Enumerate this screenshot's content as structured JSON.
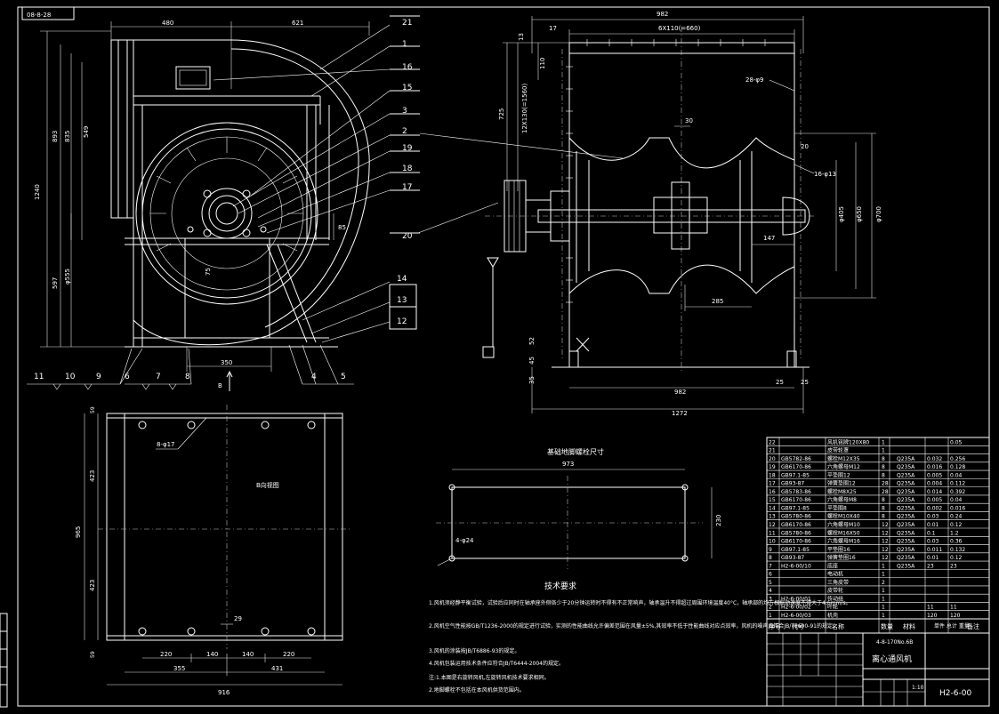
{
  "sheet": {
    "corner_tag": "08-8-28",
    "drawing_number": "H2-6-00",
    "title": "离心通风机",
    "model": "4-8-170No.6B"
  },
  "front_view": {
    "dims": {
      "top_left": "480",
      "top_right": "621",
      "overall_height": "1240",
      "upper_h1": "893",
      "upper_h2": "835",
      "upper_h3": "549",
      "lower_h1": "597",
      "lower_h2": "φ555",
      "inlet_offset": "85",
      "bottom_width": "350",
      "b_label": "B"
    },
    "part_numbers_right": [
      "21",
      "1",
      "16",
      "15",
      "3",
      "2",
      "19",
      "18",
      "17",
      "20",
      "14",
      "13",
      "12"
    ],
    "part_numbers_bottom": [
      "11",
      "10",
      "9",
      "6",
      "7",
      "8",
      "4",
      "5"
    ]
  },
  "side_view": {
    "dims": {
      "top_overall": "982",
      "top_holes": "6X110(=660)",
      "top_offset": "17",
      "left_h1": "725",
      "left_h2": "110",
      "left_h3": "12X130(=1560)",
      "shaft_width": "30",
      "right_offset": "20",
      "holes_right": "16-φ13",
      "holes_top": "28-φ9",
      "d1": "φ405",
      "d2": "φ650",
      "d3": "φ700",
      "mid_width": "147",
      "impeller_width": "285",
      "bottom_inner": "982",
      "bottom_overall": "1272",
      "bottom_h1": "52",
      "bottom_h2": "45",
      "bottom_h3": "35",
      "bottom_r1": "25",
      "bottom_r2": "25"
    }
  },
  "base_view": {
    "label": "B向视图",
    "holes": "8-φ17",
    "dims": {
      "height": "965",
      "upper": "423",
      "lower": "423",
      "top_margin": "59",
      "bottom_margin": "59",
      "width": "916",
      "seg1": "220",
      "seg2": "140",
      "seg3": "140",
      "seg4": "220",
      "half_left": "355",
      "half_right": "431",
      "center_mark": "29"
    }
  },
  "foundation": {
    "title": "基础地脚螺栓尺寸",
    "width": "973",
    "height": "230",
    "holes": "4-φ24"
  },
  "tech_requirements": {
    "title": "技术要求",
    "lines": [
      "1.风机须经静平衡试验，试验后应同时在轴承座外侧各少于20分钟运转时不得有不正常响声，轴承温升不得超过周围环境温度40°C，轴承部的均方根振动速度不得大于4.6mm/s。",
      "2.风机空气性能按GB/T1236-2000的规定进行试验，实测的性能曲线允许偏差范围在风量±5%,其效率不低于性能曲线对应点效率，风机的噪声应符合JB/T8690-91的规定。",
      "3.风机的涂装按JB/T6886-93的规定。",
      "4.风机包装运用技术条件应符合JB/T6444-2004的规定。",
      "注:1.本图是右旋转风机,左旋转风机技术要求相同。",
      "   2.地脚螺栓不包括在本风机供货范围内。"
    ]
  },
  "title_block": {
    "headers": {
      "seq": "序号",
      "code": "代号",
      "name": "名称",
      "qty": "数量",
      "material": "材料",
      "weight": "单件 总计 重量",
      "remark": "备注"
    },
    "rows": [
      {
        "no": "22",
        "code": "",
        "name": "风机铭牌120X80",
        "qty": "1",
        "mat": "",
        "wt": "",
        "rem": "0.05"
      },
      {
        "no": "21",
        "code": "",
        "name": "皮带轮罩",
        "qty": "1",
        "mat": "",
        "wt": "",
        "rem": ""
      },
      {
        "no": "20",
        "code": "GB5782-86",
        "name": "螺栓M12X35",
        "qty": "8",
        "mat": "Q235A",
        "wt": "0.032",
        "rem": "0.256"
      },
      {
        "no": "19",
        "code": "GB6170-86",
        "name": "六角螺母M12",
        "qty": "8",
        "mat": "Q235A",
        "wt": "0.016",
        "rem": "0.128"
      },
      {
        "no": "18",
        "code": "GB97.1-85",
        "name": "平垫圈12",
        "qty": "8",
        "mat": "Q235A",
        "wt": "0.005",
        "rem": "0.04"
      },
      {
        "no": "17",
        "code": "GB93-87",
        "name": "弹簧垫圈12",
        "qty": "28",
        "mat": "Q235A",
        "wt": "0.004",
        "rem": "0.112"
      },
      {
        "no": "16",
        "code": "GB5783-86",
        "name": "螺栓M8X25",
        "qty": "28",
        "mat": "Q235A",
        "wt": "0.014",
        "rem": "0.392"
      },
      {
        "no": "15",
        "code": "GB6170-86",
        "name": "六角螺母M8",
        "qty": "8",
        "mat": "Q235A",
        "wt": "0.005",
        "rem": "0.04"
      },
      {
        "no": "14",
        "code": "GB97.1-85",
        "name": "平垫圈8",
        "qty": "8",
        "mat": "Q235A",
        "wt": "0.002",
        "rem": "0.016"
      },
      {
        "no": "13",
        "code": "GB5780-86",
        "name": "螺栓M10X40",
        "qty": "8",
        "mat": "Q235A",
        "wt": "0.03",
        "rem": "0.24"
      },
      {
        "no": "12",
        "code": "GB6170-86",
        "name": "六角螺母M10",
        "qty": "12",
        "mat": "Q235A",
        "wt": "0.01",
        "rem": "0.12"
      },
      {
        "no": "11",
        "code": "GB5780-86",
        "name": "螺栓M16X50",
        "qty": "12",
        "mat": "Q235A",
        "wt": "0.1",
        "rem": "1.2"
      },
      {
        "no": "10",
        "code": "GB6170-86",
        "name": "六角螺母M16",
        "qty": "12",
        "mat": "Q235A",
        "wt": "0.03",
        "rem": "0.36"
      },
      {
        "no": "9",
        "code": "GB97.1-85",
        "name": "平垫圈16",
        "qty": "12",
        "mat": "Q235A",
        "wt": "0.011",
        "rem": "0.132"
      },
      {
        "no": "8",
        "code": "GB93-87",
        "name": "弹簧垫圈16",
        "qty": "12",
        "mat": "Q235A",
        "wt": "0.01",
        "rem": "0.12"
      },
      {
        "no": "7",
        "code": "H2-6-00/10",
        "name": "底座",
        "qty": "1",
        "mat": "Q235A",
        "wt": "23",
        "rem": "23"
      },
      {
        "no": "6",
        "code": "",
        "name": "电动机",
        "qty": "1",
        "mat": "",
        "wt": "",
        "rem": ""
      },
      {
        "no": "5",
        "code": "",
        "name": "三角皮带",
        "qty": "2",
        "mat": "",
        "wt": "",
        "rem": ""
      },
      {
        "no": "4",
        "code": "",
        "name": "皮带轮",
        "qty": "1",
        "mat": "",
        "wt": "",
        "rem": ""
      },
      {
        "no": "3",
        "code": "H2-6-00/01",
        "name": "传动组",
        "qty": "1",
        "mat": "",
        "wt": "",
        "rem": ""
      },
      {
        "no": "2",
        "code": "H2-6-00/02",
        "name": "叶轮",
        "qty": "1",
        "mat": "",
        "wt": "11",
        "rem": "11"
      },
      {
        "no": "1",
        "code": "H2-6-00/03",
        "name": "机壳",
        "qty": "1",
        "mat": "",
        "wt": "120",
        "rem": "120"
      }
    ],
    "scale_label": "1:10"
  }
}
